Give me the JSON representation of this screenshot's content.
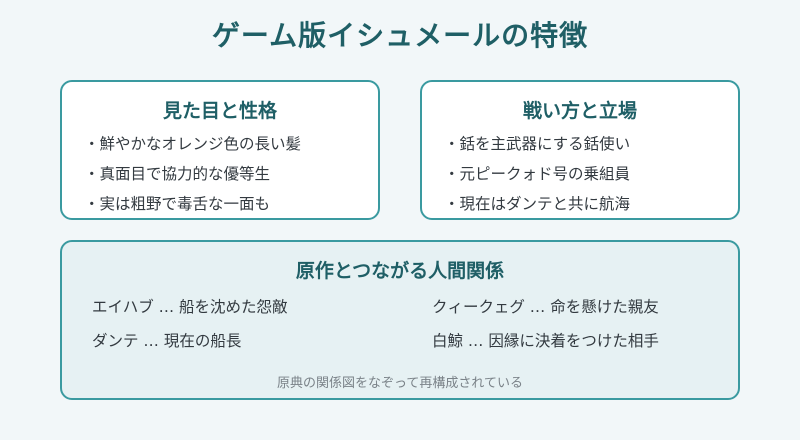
{
  "title": "ゲーム版イシュメールの特徴",
  "looks": {
    "heading": "見た目と性格",
    "items": [
      "・鮮やかなオレンジ色の長い髪",
      "・真面目で協力的な優等生",
      "・実は粗野で毒舌な一面も"
    ]
  },
  "role": {
    "heading": "戦い方と立場",
    "items": [
      "・銛を主武器にする銛使い",
      "・元ピークォド号の乗組員",
      "・現在はダンテと共に航海"
    ]
  },
  "relations": {
    "heading": "原作とつながる人間関係",
    "items": [
      "エイハブ … 船を沈めた怨敵",
      "クィークェグ … 命を懸けた親友",
      "ダンテ … 現在の船長",
      "白鯨 … 因縁に決着をつけた相手"
    ],
    "note": "原典の関係図をなぞって再構成されている"
  },
  "colors": {
    "accent": "#3a9aa0",
    "heading": "#1f5f66",
    "background": "#f2f7f9",
    "panel": "#e6f1f3"
  }
}
